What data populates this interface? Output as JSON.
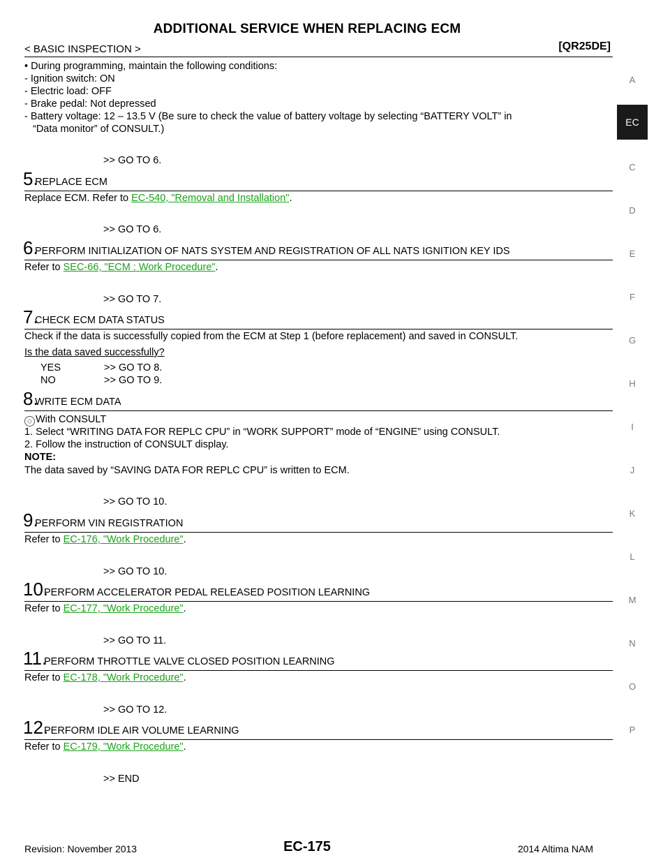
{
  "header": {
    "title": "ADDITIONAL SERVICE WHEN REPLACING ECM",
    "section": "< BASIC INSPECTION >",
    "engine": "[QR25DE]"
  },
  "sidebar": {
    "letters": [
      "A",
      "EC",
      "C",
      "D",
      "E",
      "F",
      "G",
      "H",
      "I",
      "J",
      "K",
      "L",
      "M",
      "N",
      "O",
      "P"
    ],
    "active": "EC"
  },
  "conditions": {
    "intro": "• During programming, maintain the following conditions:",
    "items": [
      "- Ignition switch: ON",
      "- Electric load: OFF",
      "- Brake pedal: Not depressed",
      "- Battery voltage: 12 – 13.5 V (Be sure to check the value of battery voltage by selecting “BATTERY VOLT” in",
      "“Data monitor” of CONSULT.)"
    ],
    "goto": ">> GO TO 6."
  },
  "steps": [
    {
      "num": "5.",
      "title": "REPLACE ECM",
      "text_prefix": "Replace ECM. Refer to ",
      "link": "EC-540, \"Removal and Installation\"",
      "text_suffix": ".",
      "goto": ">> GO TO 6."
    },
    {
      "num": "6.",
      "title": "PERFORM INITIALIZATION OF NATS SYSTEM AND REGISTRATION OF ALL NATS IGNITION KEY IDS",
      "text_prefix": "Refer to ",
      "link": "SEC-66, \"ECM : Work Procedure\"",
      "text_suffix": ".",
      "goto": ">> GO TO 7."
    },
    {
      "num": "7.",
      "title": "CHECK ECM DATA STATUS",
      "text": "Check if the data is successfully copied from the ECM at Step 1 (before replacement) and saved in CONSULT.",
      "question": "Is the data saved successfully?",
      "yes_label": "YES",
      "yes_goto": ">> GO TO 8.",
      "no_label": "NO",
      "no_goto": ">> GO TO 9."
    },
    {
      "num": "8.",
      "title": "WRITE ECM DATA",
      "consult": "With CONSULT",
      "lines": [
        "1.   Select “WRITING DATA FOR REPLC CPU” in “WORK SUPPORT” mode of “ENGINE” using CONSULT.",
        "2.   Follow the instruction of CONSULT display."
      ],
      "note_label": "NOTE:",
      "note": "The data saved by “SAVING DATA FOR REPLC CPU” is written to ECM.",
      "goto": ">> GO TO 10."
    },
    {
      "num": "9.",
      "title": "PERFORM VIN REGISTRATION",
      "text_prefix": "Refer to ",
      "link": "EC-176, \"Work Procedure\"",
      "text_suffix": ".",
      "goto": ">> GO TO 10."
    },
    {
      "num": "10.",
      "title": "PERFORM ACCELERATOR PEDAL RELEASED POSITION LEARNING",
      "text_prefix": "Refer to ",
      "link": "EC-177, \"Work Procedure\"",
      "text_suffix": ".",
      "goto": ">> GO TO 11."
    },
    {
      "num": "11.",
      "title": "PERFORM THROTTLE VALVE CLOSED POSITION LEARNING",
      "text_prefix": "Refer to ",
      "link": "EC-178, \"Work Procedure\"",
      "text_suffix": ".",
      "goto": ">> GO TO 12."
    },
    {
      "num": "12.",
      "title": "PERFORM IDLE AIR VOLUME LEARNING",
      "text_prefix": "Refer to ",
      "link": "EC-179, \"Work Procedure\"",
      "text_suffix": ".",
      "goto": ">> END"
    }
  ],
  "footer": {
    "revision": "Revision: November 2013",
    "page": "EC-175",
    "model": "2014 Altima NAM"
  },
  "colors": {
    "link": "#1aa31a",
    "sidebar_active": "#1a1a1a",
    "sidebar_letter": "#7a7a7a"
  }
}
